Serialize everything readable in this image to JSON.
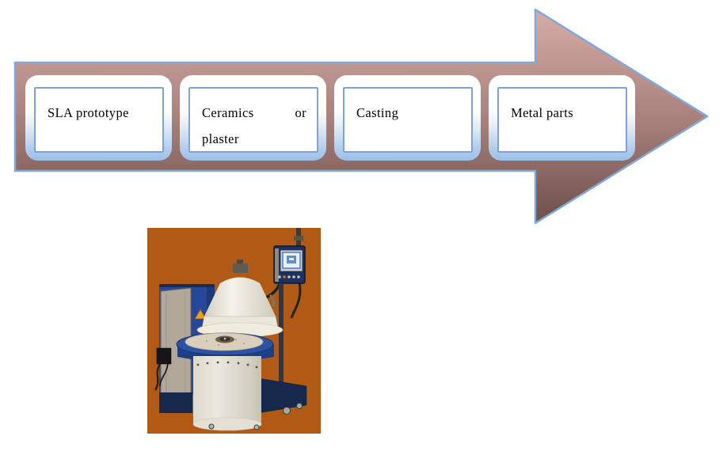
{
  "diagram": {
    "steps": [
      {
        "line1": "SLA prototype"
      },
      {
        "line1_left": "Ceramics",
        "line1_right": "or",
        "line2": "plaster"
      },
      {
        "line1": "Casting"
      },
      {
        "line1": "Metal parts"
      }
    ],
    "arrow": {
      "gradient_top": "#d5aca6",
      "gradient_mid": "#aa827d",
      "gradient_bottom": "#6d4f4b",
      "border": "#7ea9d8"
    },
    "step_box": {
      "inner_border": "#7ca3d2",
      "outer_bottom_blue": "#9cbfe6",
      "text_color": "#000000"
    }
  },
  "photo": {
    "subject": "casting machine",
    "colors": {
      "background": "#b05a16",
      "cabinet_blue": "#27479a",
      "cabinet_dark": "#1c3a78",
      "door_gray": "#b2a899",
      "hood_white": "#f5f3ea",
      "hood_shade": "#d3cfc0",
      "table_blue": "#2b52a3",
      "table_dark": "#1e3f85",
      "disc_cream": "#d8cfbd",
      "hub_dark": "#6b5c49",
      "drum_white": "#ebe8df",
      "drum_shade": "#d4d0c3",
      "base_navy": "#16294d",
      "panel_frame": "#1d3060",
      "screen_white": "#e9eff6",
      "screen_blue": "#4a7ec2",
      "pole_dark": "#3b3b33",
      "warning_yellow": "#e8a020"
    }
  }
}
